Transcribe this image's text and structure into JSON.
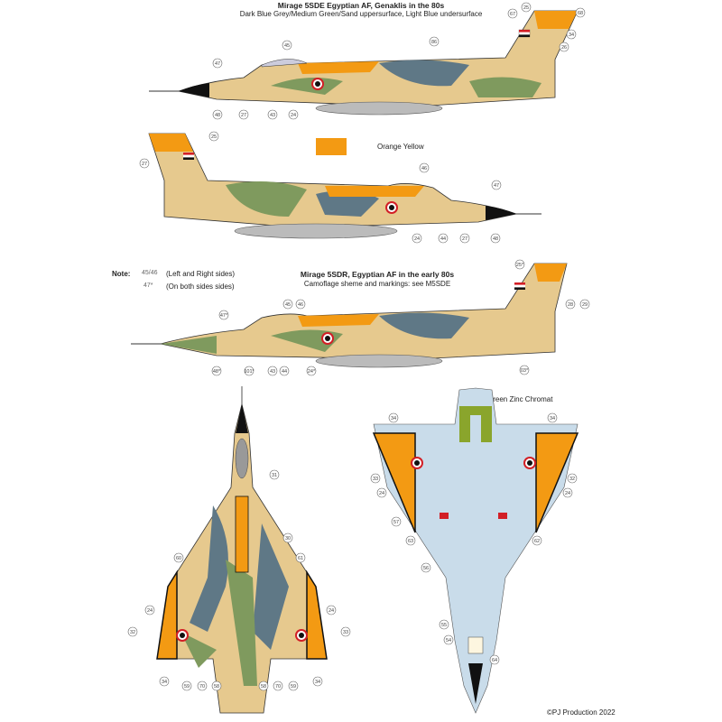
{
  "scheme1": {
    "title": "Mirage 5SDE Egyptian AF, Genaklis in the 80s",
    "subtitle": "Dark Blue Grey/Medium Green/Sand uppersurface, Light Blue undersurface"
  },
  "legend": {
    "label": "Orange Yellow",
    "color": "#F39A13"
  },
  "note": {
    "heading": "Note:",
    "line1_marker": "45/46",
    "line1_text": "(Left and Right sides)",
    "line2_marker": "47*",
    "line2_text": "(On both sides sides)"
  },
  "scheme2": {
    "title": "Mirage 5SDR, Egyptian AF in the early 80s",
    "subtitle": "Camoflage sheme and markings: see M5SDE"
  },
  "underside_label": "Green Zinc Chromat",
  "copyright": "©PJ Production 2022",
  "colors": {
    "sand": "#E6C98E",
    "green": "#7F9A5E",
    "bluegrey": "#5F7886",
    "orange": "#F39A13",
    "lightblue": "#C9DCEA",
    "zinc": "#8AA52C",
    "roundel_red": "#D21F26"
  },
  "callouts": {
    "side1": [
      "67",
      "25",
      "68",
      "34",
      "26",
      "45",
      "86",
      "47",
      "48",
      "27",
      "43",
      "24"
    ],
    "side2": [
      "25",
      "27",
      "46",
      "47",
      "48",
      "27",
      "44",
      "24"
    ],
    "side3": [
      "25*",
      "28",
      "29",
      "47*",
      "45",
      "46",
      "48*",
      "101*",
      "43",
      "44",
      "24*",
      "03*"
    ],
    "top": [
      "31",
      "30",
      "60",
      "61",
      "24",
      "24",
      "32",
      "33",
      "34",
      "34",
      "59",
      "70",
      "58",
      "58",
      "70",
      "59"
    ],
    "bottom": [
      "34",
      "34",
      "33",
      "24",
      "32",
      "24",
      "57",
      "63",
      "62",
      "56",
      "55",
      "54",
      "64"
    ]
  }
}
